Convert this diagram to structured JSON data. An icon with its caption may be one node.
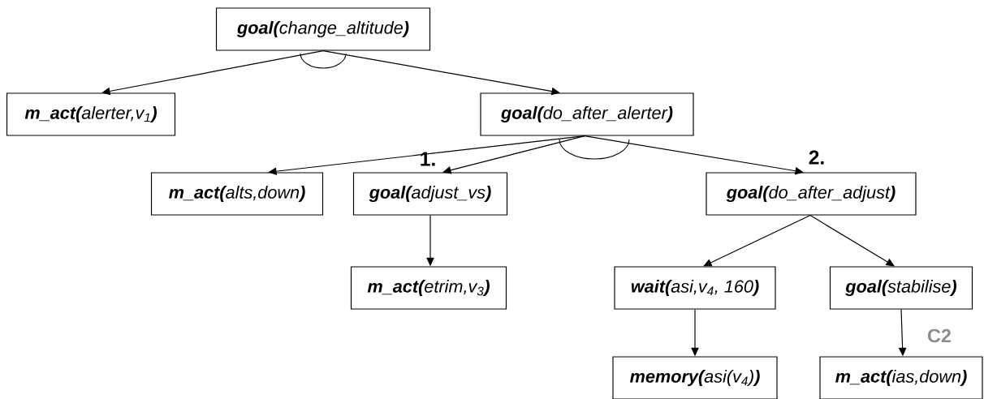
{
  "diagram": {
    "nodes": [
      {
        "text": [
          "**goal(**change_altitude**)**"
        ]
      },
      {
        "text": [
          "**m_act(**alerter,v$_{1}$**)**"
        ]
      },
      {
        "text": [
          "**goal(**do_after_alerter**)**"
        ]
      },
      {
        "text": [
          "**m_act(**alts,down**)**"
        ]
      },
      {
        "text": [
          "**goal(**adjust_vs**)**"
        ]
      },
      {
        "text": [
          "**goal(**do_after_adjust**)**"
        ]
      },
      {
        "text": [
          "**m_act(**etrim,v$_{3}$**)**"
        ]
      },
      {
        "text": [
          "**wait(**asi,v$_{4}$, 160**)**"
        ]
      },
      {
        "text": [
          "**goal(**stabilise**)**"
        ]
      },
      {
        "text": [
          "**memory(**asi(v$_{4}$)**)**"
        ]
      },
      {
        "text": [
          "**m_act(**ias,down**)**"
        ]
      }
    ],
    "edges": [
      {
        "from": 0,
        "to": 1,
        "arrow": "to"
      },
      {
        "from": 0,
        "to": 2,
        "arrow": "to"
      },
      {
        "from": 2,
        "to": 3,
        "arrow": "to"
      },
      {
        "from": 2,
        "to": 4,
        "arrow": "to",
        "label": "1."
      },
      {
        "from": 2,
        "to": 5,
        "arrow": "to",
        "label": "2."
      },
      {
        "from": 4,
        "to": 6,
        "arrow": "to"
      },
      {
        "from": 5,
        "to": 7,
        "arrow": "to"
      },
      {
        "from": 5,
        "to": 8,
        "arrow": "to"
      },
      {
        "from": 7,
        "to": 9,
        "arrow": "to"
      },
      {
        "from": 8,
        "to": 10,
        "arrow": "to"
      }
    ],
    "labels": [
      "C2"
    ]
  }
}
